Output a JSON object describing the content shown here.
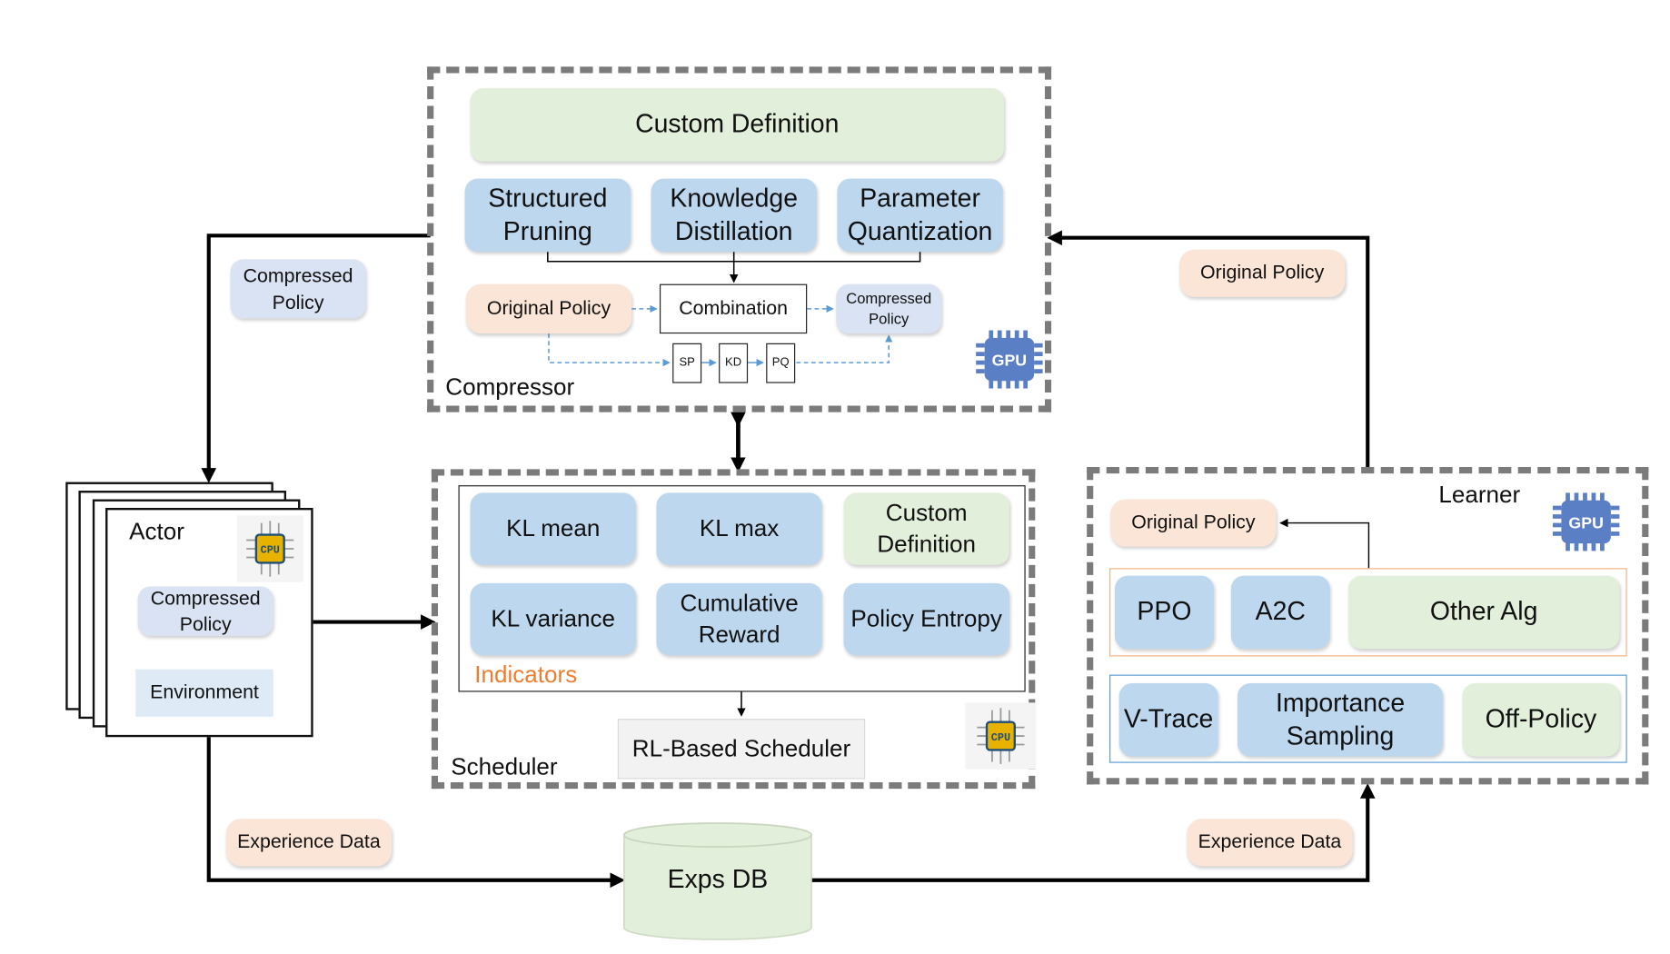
{
  "compressor": {
    "title": "Compressor",
    "custom_definition": "Custom Definition",
    "methods": {
      "structured_pruning": "Structured Pruning",
      "knowledge_distillation": "Knowledge Distillation",
      "parameter_quantization": "Parameter Quantization"
    },
    "original_policy": "Original Policy",
    "combination": "Combination",
    "compressed_policy": "Compressed Policy",
    "steps": [
      "SP",
      "KD",
      "PQ"
    ],
    "chip": "GPU"
  },
  "scheduler": {
    "title": "Scheduler",
    "indicators_title": "Indicators",
    "indicators": {
      "kl_mean": "KL mean",
      "kl_max": "KL max",
      "custom_definition": "Custom Definition",
      "kl_variance": "KL variance",
      "cumulative_reward": "Cumulative Reward",
      "policy_entropy": "Policy Entropy"
    },
    "rl_scheduler": "RL-Based Scheduler",
    "chip": "CPU"
  },
  "learner": {
    "title": "Learner",
    "original_policy": "Original Policy",
    "algorithms": {
      "ppo": "PPO",
      "a2c": "A2C",
      "other_alg": "Other Alg"
    },
    "techniques": {
      "v_trace": "V-Trace",
      "importance_sampling": "Importance Sampling",
      "off_policy": "Off-Policy"
    },
    "chip": "GPU"
  },
  "actor": {
    "title": "Actor",
    "compressed_policy": "Compressed Policy",
    "environment": "Environment",
    "chip": "CPU"
  },
  "flows": {
    "compressed_policy": "Compressed Policy",
    "original_policy": "Original Policy",
    "experience_data_left": "Experience Data",
    "experience_data_right": "Experience Data"
  },
  "database": {
    "label": "Exps DB"
  },
  "colors": {
    "blue_box": "#bdd7ee",
    "green_box": "#e2efda",
    "peach_box": "#fbe5d6",
    "lavender_box": "#dae3f3",
    "indicators_text": "#ed7d31",
    "dashed_frame": "#7b7b7b",
    "dashed_arrow": "#5b9bd5"
  }
}
